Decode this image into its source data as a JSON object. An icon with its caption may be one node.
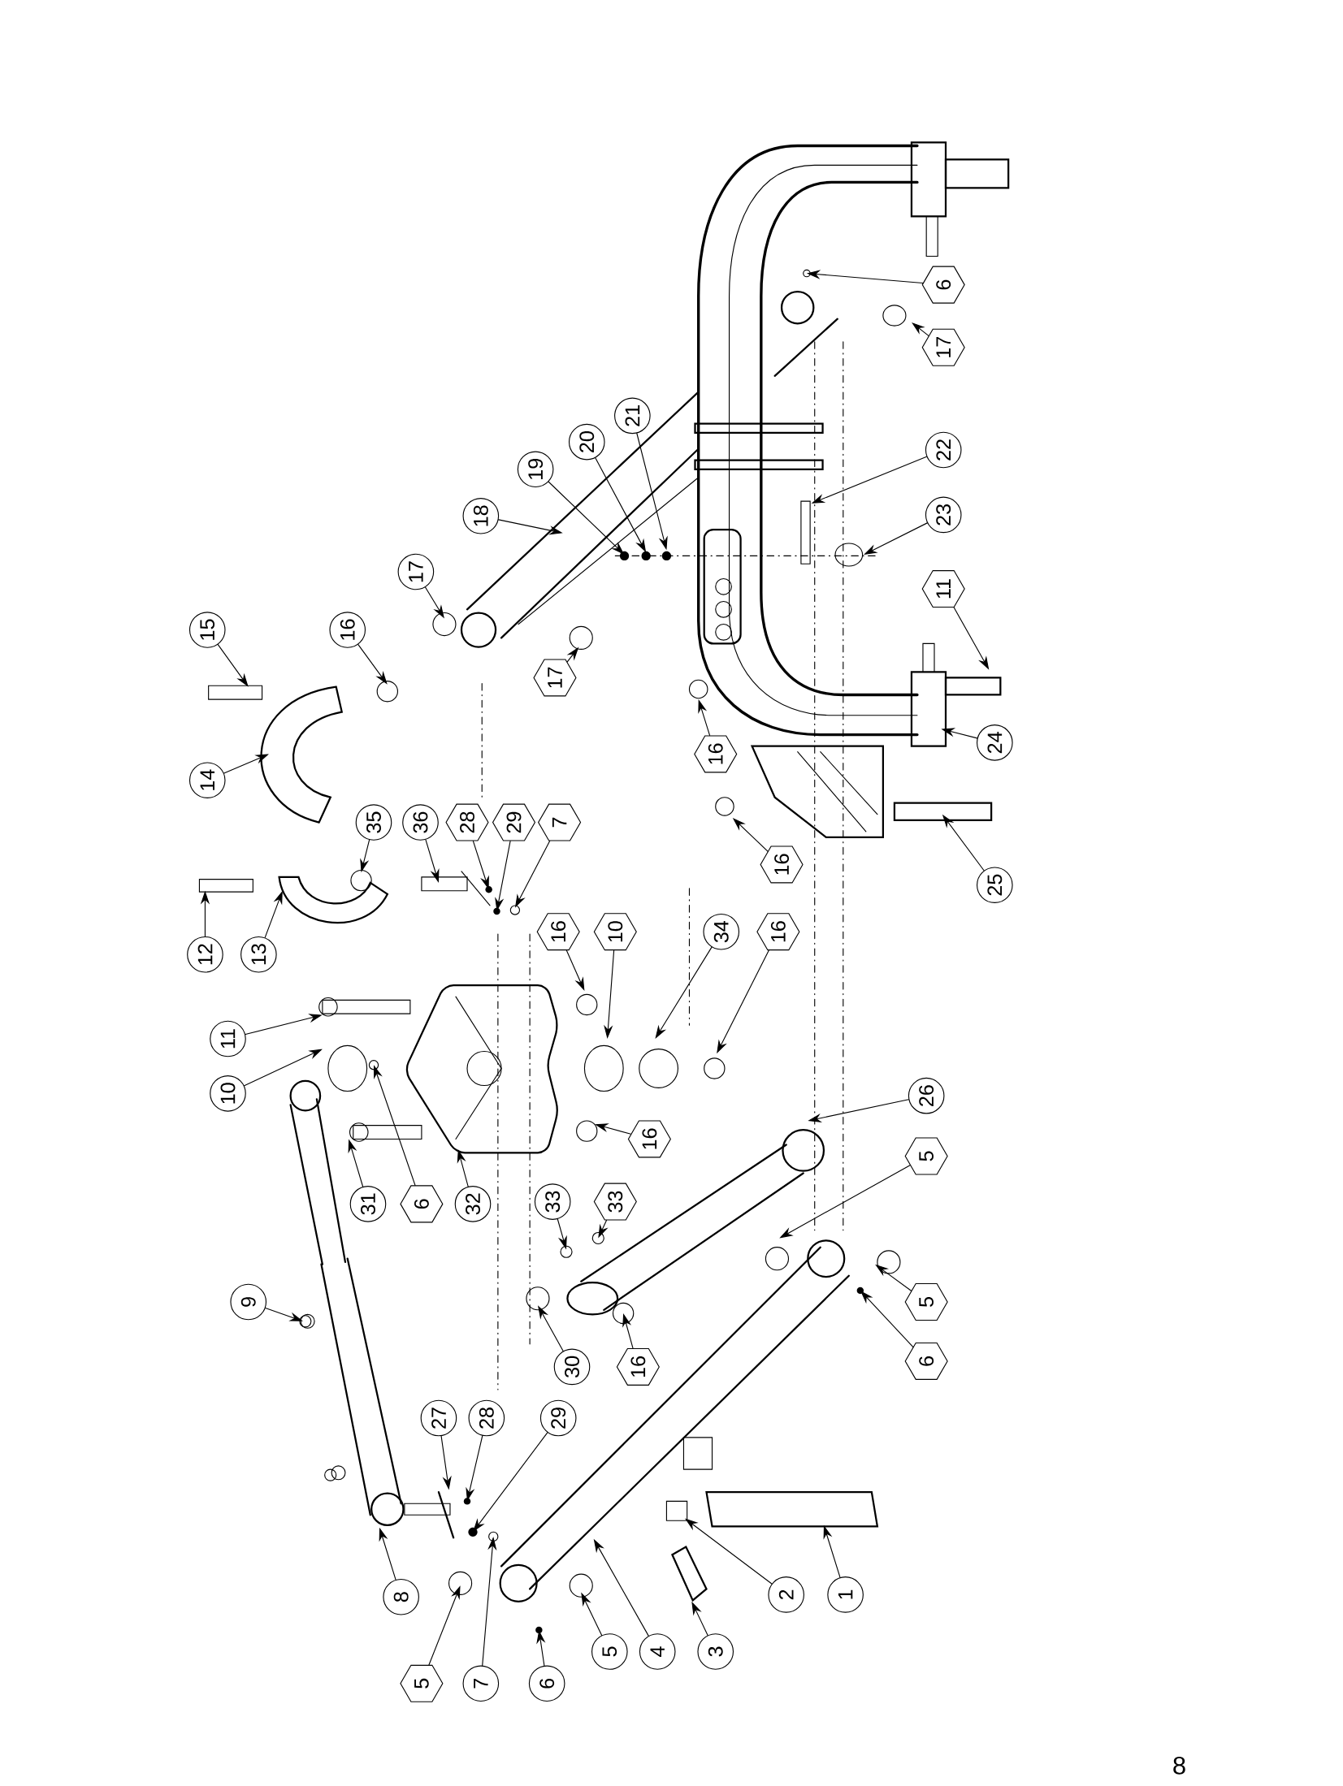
{
  "diagram": {
    "nodes": [
      {
        "text": [
          "6"
        ]
      },
      {
        "text": [
          "17"
        ]
      },
      {
        "text": [
          "22"
        ]
      },
      {
        "text": [
          "23"
        ]
      },
      {
        "text": [
          "11"
        ]
      },
      {
        "text": [
          "24"
        ]
      },
      {
        "text": [
          "25"
        ]
      },
      {
        "text": [
          "21"
        ]
      },
      {
        "text": [
          "20"
        ]
      },
      {
        "text": [
          "19"
        ]
      },
      {
        "text": [
          "18"
        ]
      },
      {
        "text": [
          "17"
        ]
      },
      {
        "text": [
          "17"
        ]
      },
      {
        "text": [
          "16"
        ]
      },
      {
        "text": [
          "16"
        ]
      },
      {
        "text": [
          "15"
        ]
      },
      {
        "text": [
          "16"
        ]
      },
      {
        "text": [
          "14"
        ]
      },
      {
        "text": [
          "12"
        ]
      },
      {
        "text": [
          "13"
        ]
      },
      {
        "text": [
          "35"
        ]
      },
      {
        "text": [
          "36"
        ]
      },
      {
        "text": [
          "28"
        ]
      },
      {
        "text": [
          "29"
        ]
      },
      {
        "text": [
          "7"
        ]
      },
      {
        "text": [
          "16"
        ]
      },
      {
        "text": [
          "10"
        ]
      },
      {
        "text": [
          "34"
        ]
      },
      {
        "text": [
          "16"
        ]
      },
      {
        "text": [
          "11"
        ]
      },
      {
        "text": [
          "10"
        ]
      },
      {
        "text": [
          "31"
        ]
      },
      {
        "text": [
          "6"
        ]
      },
      {
        "text": [
          "32"
        ]
      },
      {
        "text": [
          "16"
        ]
      },
      {
        "text": [
          "26"
        ]
      },
      {
        "text": [
          "5"
        ]
      },
      {
        "text": [
          "5"
        ]
      },
      {
        "text": [
          "6"
        ]
      },
      {
        "text": [
          "33"
        ]
      },
      {
        "text": [
          "33"
        ]
      },
      {
        "text": [
          "30"
        ]
      },
      {
        "text": [
          "16"
        ]
      },
      {
        "text": [
          "9"
        ]
      },
      {
        "text": [
          "27"
        ]
      },
      {
        "text": [
          "28"
        ]
      },
      {
        "text": [
          "29"
        ]
      },
      {
        "text": [
          "8"
        ]
      },
      {
        "text": [
          "5"
        ]
      },
      {
        "text": [
          "7"
        ]
      },
      {
        "text": [
          "6"
        ]
      },
      {
        "text": [
          "5"
        ]
      },
      {
        "text": [
          "4"
        ]
      },
      {
        "text": [
          "3"
        ]
      },
      {
        "text": [
          "2"
        ]
      },
      {
        "text": [
          "1"
        ]
      }
    ],
    "edges": [
      {
        "from": 0,
        "to": null,
        "arrow": "to"
      },
      {
        "from": 1,
        "to": null,
        "arrow": "to"
      },
      {
        "from": 2,
        "to": null,
        "arrow": "to"
      },
      {
        "from": 3,
        "to": null,
        "arrow": "to"
      },
      {
        "from": 4,
        "to": null,
        "arrow": "to"
      },
      {
        "from": 5,
        "to": null,
        "arrow": "to"
      },
      {
        "from": 6,
        "to": null,
        "arrow": "to"
      },
      {
        "from": 7,
        "to": null,
        "arrow": "to"
      },
      {
        "from": 8,
        "to": null,
        "arrow": "to"
      },
      {
        "from": 9,
        "to": null,
        "arrow": "to"
      },
      {
        "from": 10,
        "to": null,
        "arrow": "to"
      },
      {
        "from": 11,
        "to": null,
        "arrow": "to"
      },
      {
        "from": 12,
        "to": null,
        "arrow": "to"
      },
      {
        "from": 13,
        "to": null,
        "arrow": "to"
      },
      {
        "from": 14,
        "to": null,
        "arrow": "to"
      },
      {
        "from": 15,
        "to": null,
        "arrow": "to"
      },
      {
        "from": 16,
        "to": null,
        "arrow": "to"
      },
      {
        "from": 17,
        "to": null,
        "arrow": "to"
      },
      {
        "from": 18,
        "to": null,
        "arrow": "to"
      },
      {
        "from": 19,
        "to": null,
        "arrow": "to"
      },
      {
        "from": 20,
        "to": null,
        "arrow": "to"
      },
      {
        "from": 21,
        "to": null,
        "arrow": "to"
      },
      {
        "from": 22,
        "to": null,
        "arrow": "to"
      },
      {
        "from": 23,
        "to": null,
        "arrow": "to"
      },
      {
        "from": 24,
        "to": null,
        "arrow": "to"
      },
      {
        "from": 25,
        "to": null,
        "arrow": "to"
      },
      {
        "from": 26,
        "to": null,
        "arrow": "to"
      },
      {
        "from": 27,
        "to": null,
        "arrow": "to"
      },
      {
        "from": 28,
        "to": null,
        "arrow": "to"
      },
      {
        "from": 29,
        "to": null,
        "arrow": "to"
      },
      {
        "from": 30,
        "to": null,
        "arrow": "to"
      },
      {
        "from": 31,
        "to": null,
        "arrow": "to"
      },
      {
        "from": 32,
        "to": null,
        "arrow": "to"
      },
      {
        "from": 33,
        "to": null,
        "arrow": "to"
      },
      {
        "from": 34,
        "to": null,
        "arrow": "to"
      },
      {
        "from": 35,
        "to": null,
        "arrow": "to"
      },
      {
        "from": 36,
        "to": null,
        "arrow": "to"
      },
      {
        "from": 37,
        "to": null,
        "arrow": "to"
      },
      {
        "from": 38,
        "to": null,
        "arrow": "to"
      },
      {
        "from": 39,
        "to": null,
        "arrow": "to"
      },
      {
        "from": 40,
        "to": null,
        "arrow": "to"
      },
      {
        "from": 41,
        "to": null,
        "arrow": "to"
      },
      {
        "from": 42,
        "to": null,
        "arrow": "to"
      },
      {
        "from": 43,
        "to": null,
        "arrow": "to"
      },
      {
        "from": 44,
        "to": null,
        "arrow": "to"
      },
      {
        "from": 45,
        "to": null,
        "arrow": "to"
      },
      {
        "from": 46,
        "to": null,
        "arrow": "to"
      },
      {
        "from": 47,
        "to": null,
        "arrow": "to"
      },
      {
        "from": 48,
        "to": null,
        "arrow": "to"
      },
      {
        "from": 49,
        "to": null,
        "arrow": "to"
      },
      {
        "from": 50,
        "to": null,
        "arrow": "to"
      },
      {
        "from": 51,
        "to": null,
        "arrow": "to"
      },
      {
        "from": 52,
        "to": null,
        "arrow": "to"
      },
      {
        "from": 53,
        "to": null,
        "arrow": "to"
      },
      {
        "from": 54,
        "to": null,
        "arrow": "to"
      },
      {
        "from": 55,
        "to": null,
        "arrow": "to"
      }
    ],
    "labels": [
      "8"
    ]
  }
}
